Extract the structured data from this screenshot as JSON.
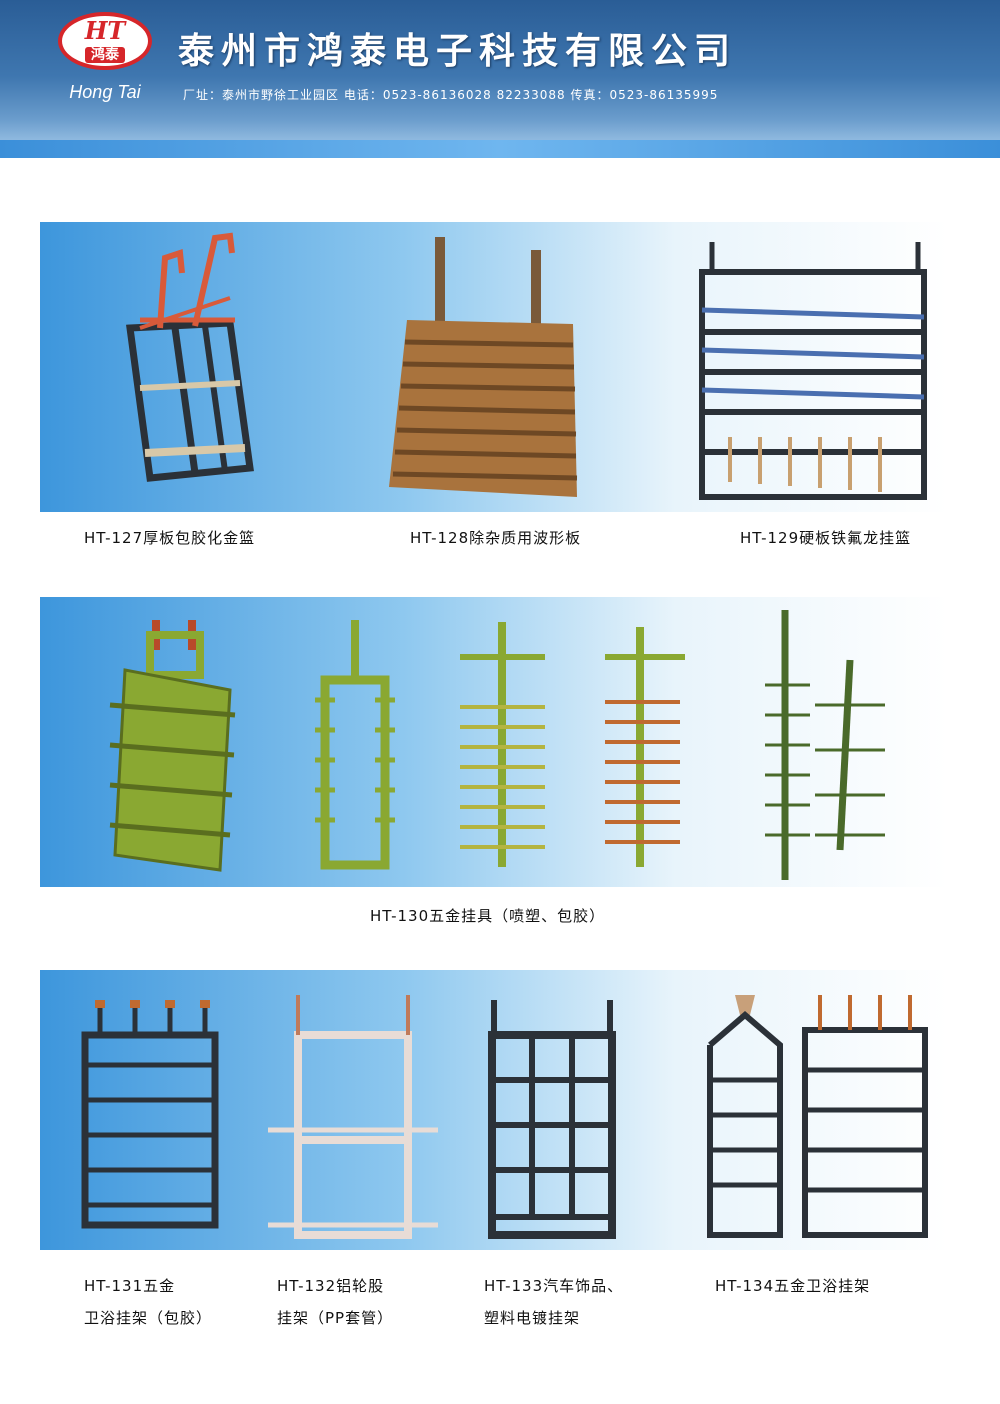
{
  "header": {
    "logo": {
      "mark": "HT",
      "cn": "鸿泰",
      "en": "Hong Tai"
    },
    "company_name": "泰州市鸿泰电子科技有限公司",
    "address_line": "厂址：泰州市野徐工业园区 电话：0523-86136028 82233088 传真：0523-86135995"
  },
  "sections": [
    {
      "captions": [
        "HT-127厚板包胶化金篮",
        "HT-128除杂质用波形板",
        "HT-129硬板铁氟龙挂篮"
      ]
    },
    {
      "captions": [
        "HT-130五金挂具（喷塑、包胶）"
      ]
    },
    {
      "captions": [
        "HT-131五金",
        "卫浴挂架（包胶）",
        "HT-132铝轮股",
        "挂架（PP套管）",
        "HT-133汽车饰品、",
        "塑料电镀挂架",
        "HT-134五金卫浴挂架"
      ]
    }
  ],
  "colors": {
    "header_bg": "#2a5d96",
    "accent_red": "#d6262a",
    "panel_blue": "#3d96dc",
    "rack_green": "#8aa832"
  }
}
